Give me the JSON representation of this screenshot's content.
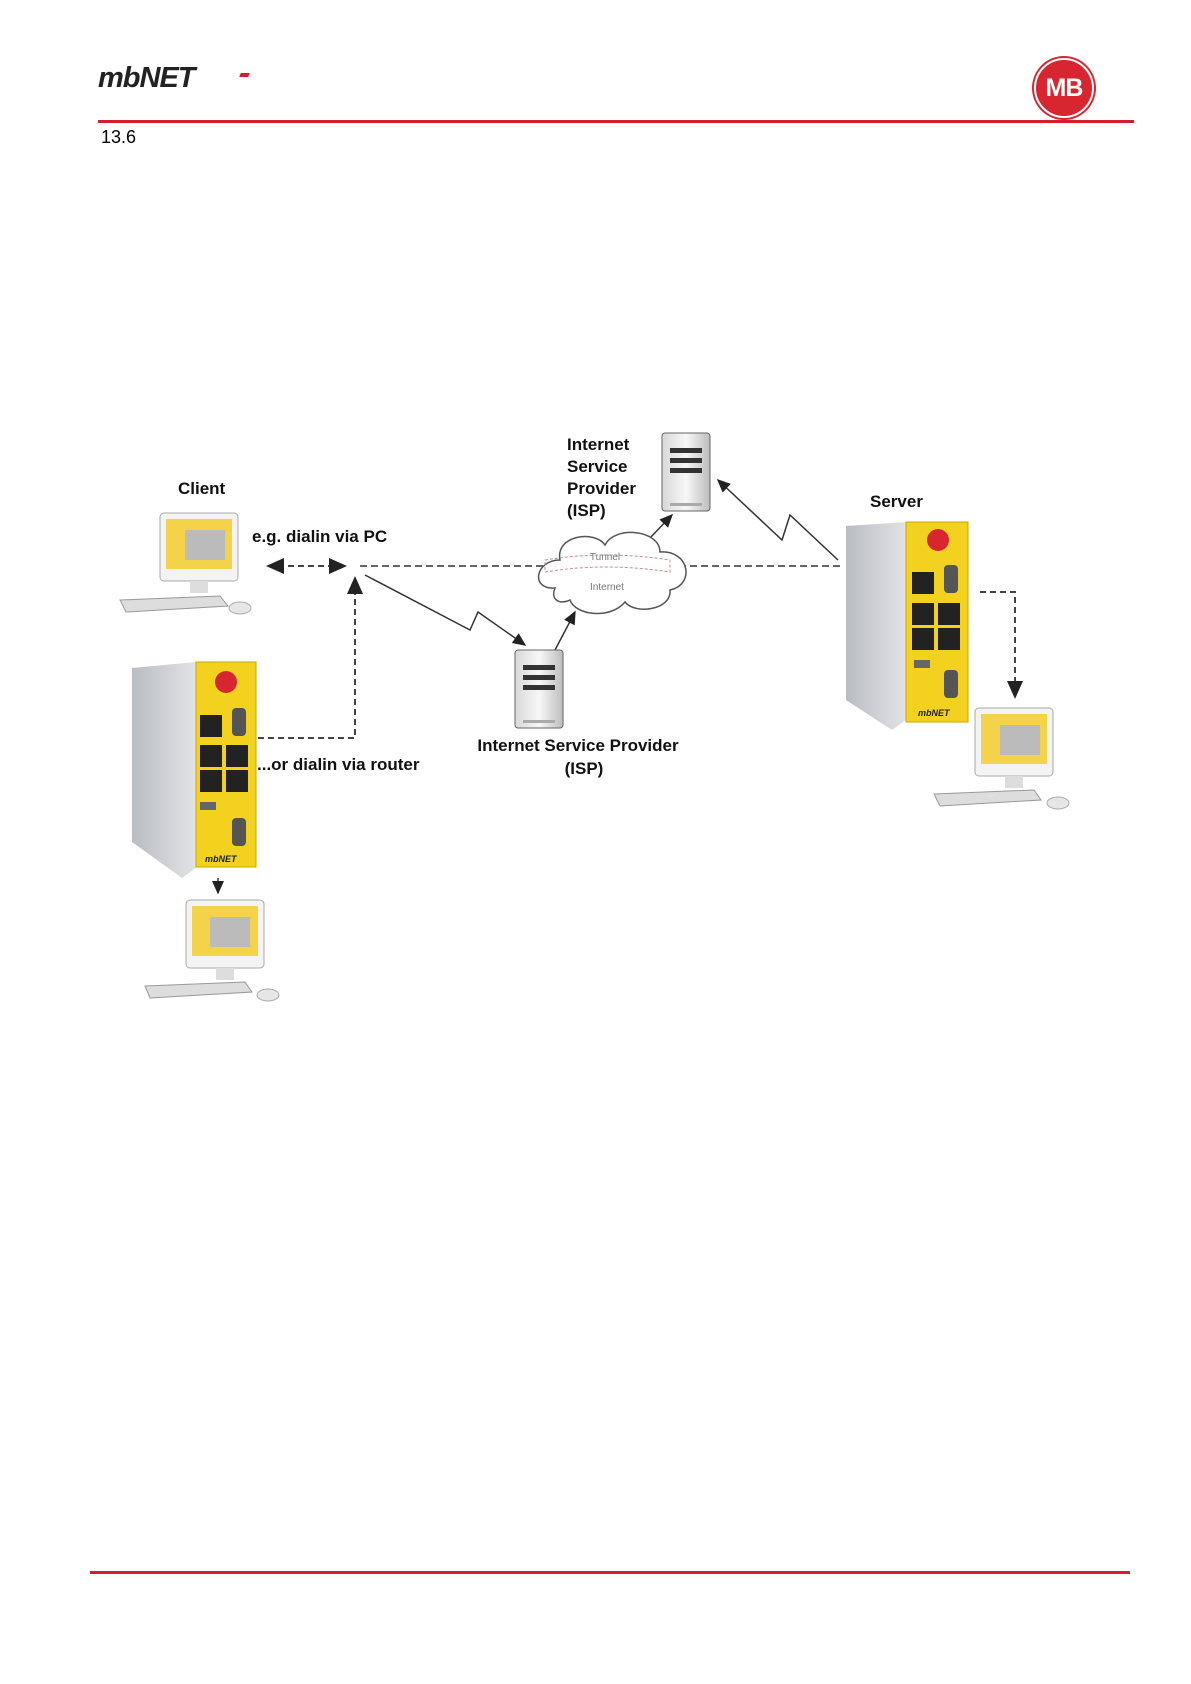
{
  "header": {
    "logo": "mbNET",
    "badge": "MB",
    "section": "13.6"
  },
  "diagram": {
    "client_label": "Client",
    "server_label": "Server",
    "isp_top": [
      "Internet",
      "Service",
      "Provider",
      "(ISP)"
    ],
    "isp_bottom": [
      "Internet Service Provider",
      "(ISP)"
    ],
    "dialin_pc": "e.g. dialin via PC",
    "dialin_router": "...or dialin via router",
    "tunnel": "Tunnel",
    "internet": "Internet",
    "router_brand": "mbNET"
  },
  "colors": {
    "accent": "#d21f2b",
    "device_yellow": "#f2d21e"
  }
}
